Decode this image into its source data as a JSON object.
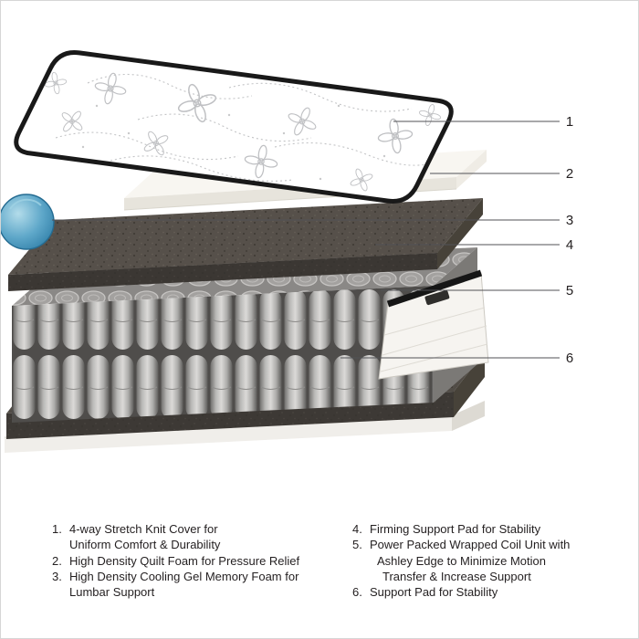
{
  "figure": {
    "type": "mattress-layer-cutaway-diagram",
    "callouts": [
      {
        "label": "1"
      },
      {
        "label": "2"
      },
      {
        "label": "3"
      },
      {
        "label": "4"
      },
      {
        "label": "5"
      },
      {
        "label": "6"
      }
    ]
  },
  "legend": {
    "items_left": [
      {
        "num": "1.",
        "lines": [
          "4-way Stretch Knit Cover for",
          "Uniform Comfort & Durability"
        ]
      },
      {
        "num": "2.",
        "lines": [
          "High Density Quilt Foam for Pressure Relief"
        ]
      },
      {
        "num": "3.",
        "lines": [
          "High Density Cooling Gel Memory Foam for",
          "Lumbar Support"
        ]
      }
    ],
    "items_right": [
      {
        "num": "4.",
        "lines": [
          "Firming Support Pad for Stability"
        ]
      },
      {
        "num": "5.",
        "lines": [
          "Power Packed Wrapped Coil Unit with",
          "Ashley Edge to Minimize Motion",
          "Transfer & Increase Support"
        ]
      },
      {
        "num": "6.",
        "lines": [
          "Support Pad for Stability"
        ]
      }
    ]
  },
  "colors": {
    "background": "#ffffff",
    "callout_line": "#515256",
    "text": "#231f20",
    "cover_edge_black": "#191919",
    "quilt_pattern_gray": "#c3c4c6",
    "foam_white": "#f8f6f1",
    "gel_blue": "#4694bb",
    "pad_dark": "#56504a",
    "coil_gray": "#a3a19f",
    "wedge_white": "#f6f4f0"
  }
}
